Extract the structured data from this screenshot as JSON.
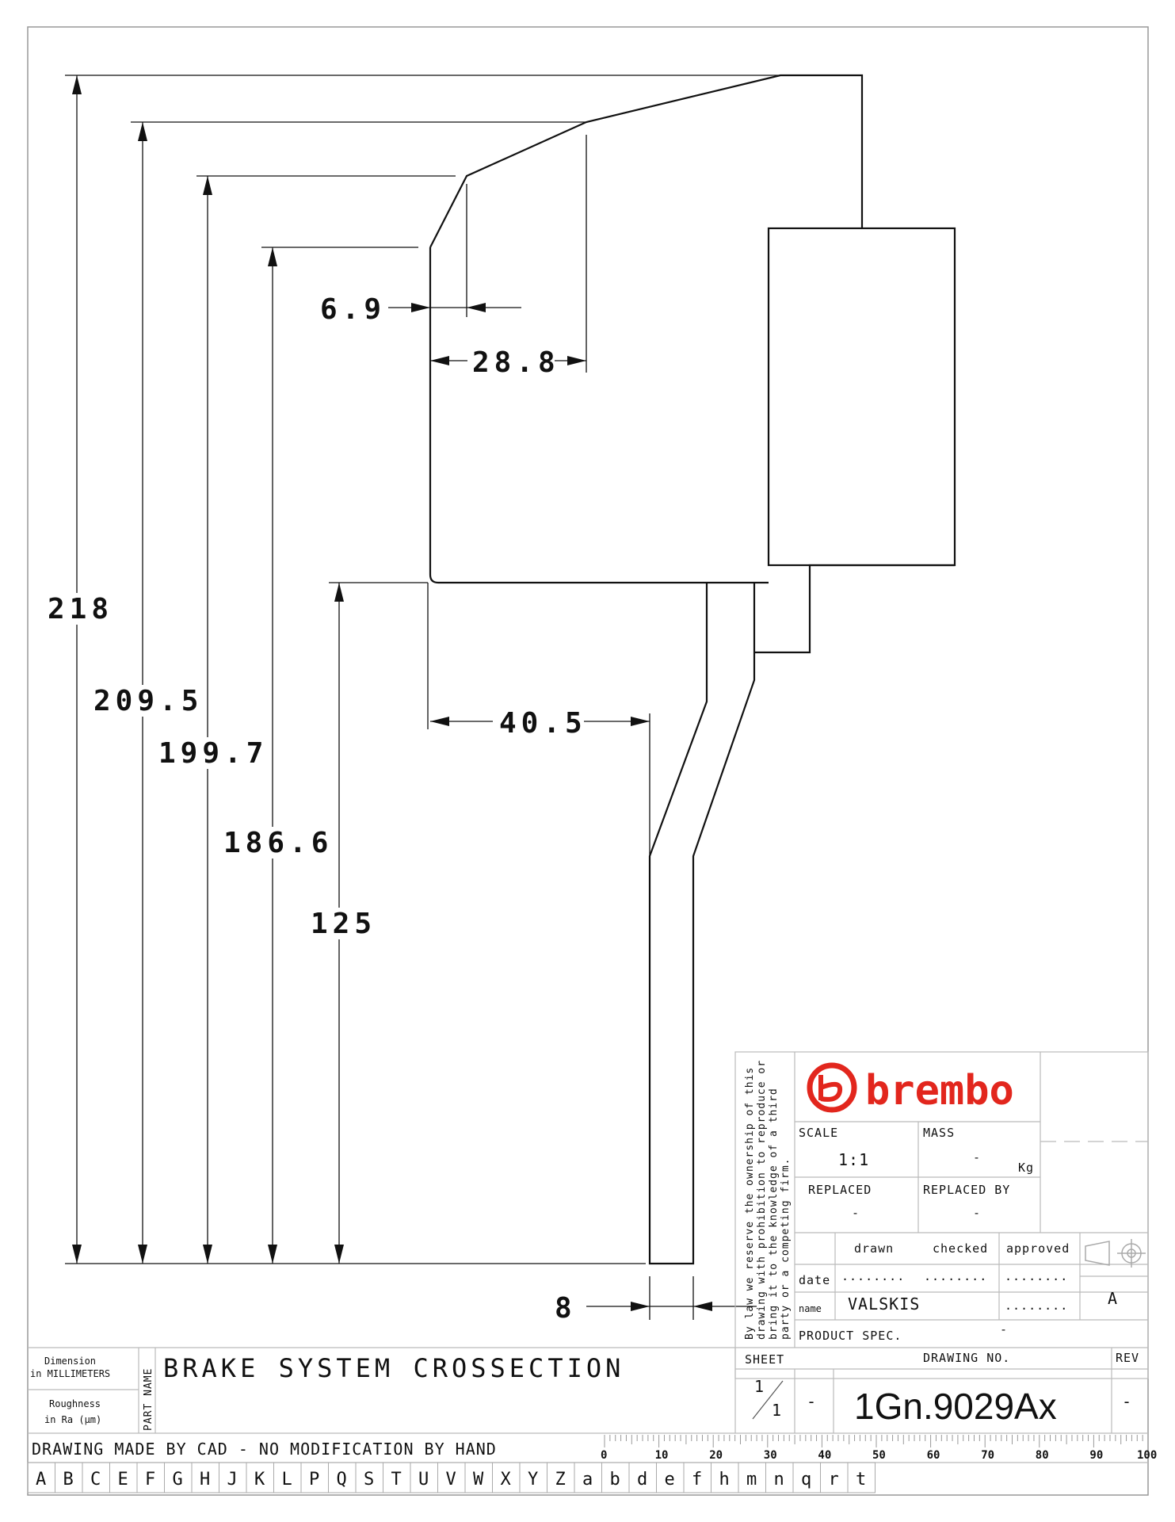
{
  "dimensions": {
    "d218": "218",
    "d209": "209.5",
    "d199": "199.7",
    "d186": "186.6",
    "d125": "125",
    "d6_9": "6.9",
    "d28_8": "28.8",
    "d40_5": "40.5",
    "d8": "8"
  },
  "brand": {
    "name": "brembo",
    "color": "#e2261d"
  },
  "title_block": {
    "copyright": [
      "By law we reserve the ownership of this",
      "drawing with prohibition to reproduce or",
      "bring it to the knowledge of a third",
      "party or a competing firm."
    ],
    "scale_label": "SCALE",
    "scale_value": "1:1",
    "mass_label": "MASS",
    "mass_value": "-",
    "mass_unit": "Kg",
    "replaced_label": "REPLACED",
    "replaced_value": "-",
    "replaced_by_label": "REPLACED BY",
    "replaced_by_value": "-",
    "drawn_label": "drawn",
    "checked_label": "checked",
    "approved_label": "approved",
    "date_label": "date",
    "name_label": "name",
    "dots": "........",
    "drawn_name": "VALSKIS",
    "product_spec_label": "PRODUCT SPEC.",
    "product_spec_value": "-",
    "revision_letter": "A",
    "dimension_note_1": "Dimension",
    "dimension_note_2": "in MILLIMETERS",
    "roughness_1": "Roughness",
    "roughness_2": "in Ra (µm)",
    "part_name_label": "PART NAME",
    "part_name": "BRAKE SYSTEM CROSSECTION",
    "sheet_label": "SHEET",
    "sheet_num": "1",
    "sheet_total": "1",
    "sheet_dash": "-",
    "drawing_no_label": "DRAWING NO.",
    "drawing_no": "1Gn.9029Ax",
    "rev_label": "REV",
    "rev_value": "-",
    "cad_note": "DRAWING MADE BY CAD - NO MODIFICATION BY HAND"
  },
  "ruler_labels": [
    "0",
    "10",
    "20",
    "30",
    "40",
    "50",
    "60",
    "70",
    "80",
    "90",
    "100"
  ],
  "grid_letters": [
    "A",
    "B",
    "C",
    "E",
    "F",
    "G",
    "H",
    "J",
    "K",
    "L",
    "P",
    "Q",
    "S",
    "T",
    "U",
    "V",
    "W",
    "X",
    "Y",
    "Z",
    "a",
    "b",
    "d",
    "e",
    "f",
    "h",
    "m",
    "n",
    "q",
    "r",
    "t"
  ]
}
